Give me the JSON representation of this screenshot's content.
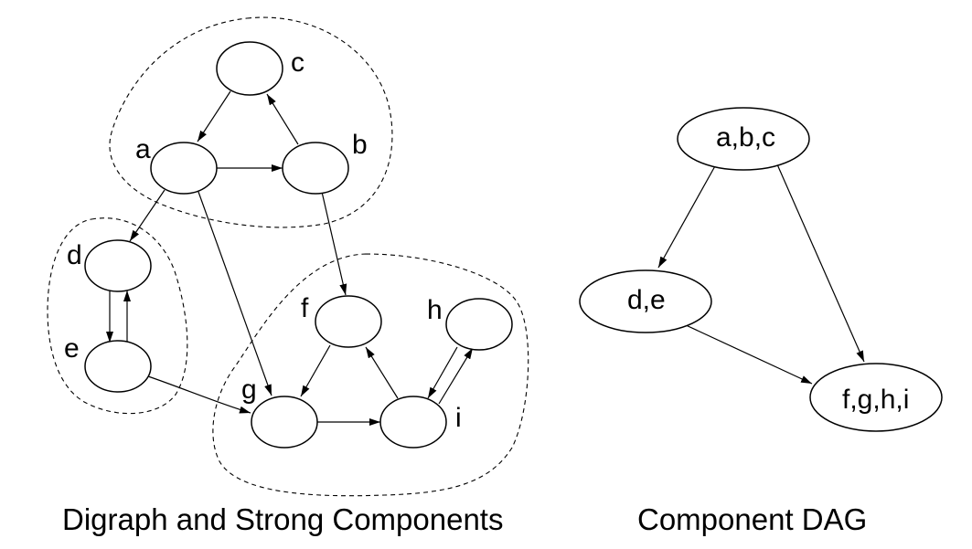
{
  "left_diagram": {
    "caption": "Digraph and Strong Components",
    "node_labels": {
      "a": "a",
      "b": "b",
      "c": "c",
      "d": "d",
      "e": "e",
      "f": "f",
      "g": "g",
      "h": "h",
      "i": "i"
    }
  },
  "right_diagram": {
    "caption": "Component DAG",
    "node_labels": {
      "abc": "a,b,c",
      "de": "d,e",
      "fghi": "f,g,h,i"
    }
  }
}
